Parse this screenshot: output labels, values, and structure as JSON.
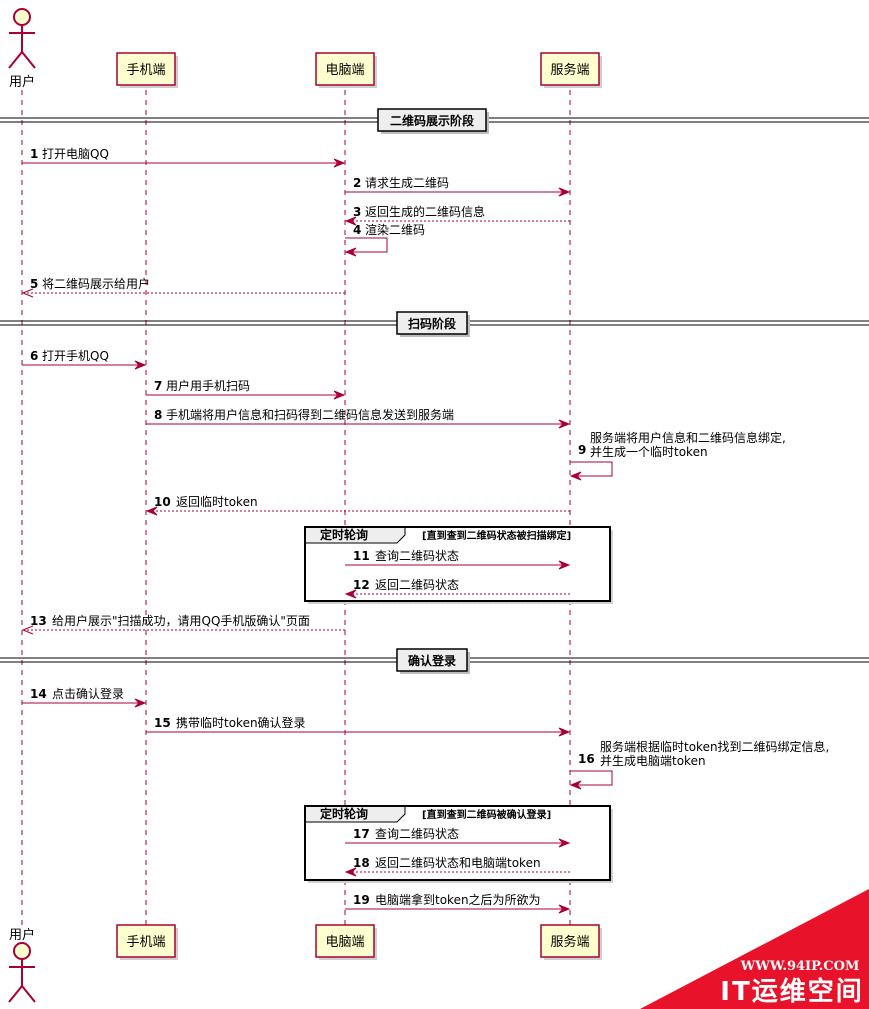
{
  "participants": [
    {
      "id": "user",
      "label": "用户",
      "type": "actor"
    },
    {
      "id": "phone",
      "label": "手机端",
      "type": "participant"
    },
    {
      "id": "pc",
      "label": "电脑端",
      "type": "participant"
    },
    {
      "id": "server",
      "label": "服务端",
      "type": "participant"
    }
  ],
  "dividers": [
    {
      "label": "二维码展示阶段"
    },
    {
      "label": "扫码阶段"
    },
    {
      "label": "确认登录"
    }
  ],
  "loops": [
    {
      "title": "定时轮询",
      "condition": "[直到查到二维码状态被扫描绑定]"
    },
    {
      "title": "定时轮询",
      "condition": "[直到查到二维码被确认登录]"
    }
  ],
  "messages": [
    {
      "num": "1",
      "from": "user",
      "to": "pc",
      "style": "solid",
      "text": [
        "打开电脑QQ"
      ]
    },
    {
      "num": "2",
      "from": "pc",
      "to": "server",
      "style": "solid",
      "text": [
        "请求生成二维码"
      ]
    },
    {
      "num": "3",
      "from": "server",
      "to": "pc",
      "style": "dashed",
      "text": [
        "返回生成的二维码信息"
      ]
    },
    {
      "num": "4",
      "from": "pc",
      "to": "pc",
      "style": "solid",
      "text": [
        "渲染二维码"
      ]
    },
    {
      "num": "5",
      "from": "pc",
      "to": "user",
      "style": "dashed",
      "text": [
        "将二维码展示给用户"
      ]
    },
    {
      "num": "6",
      "from": "user",
      "to": "phone",
      "style": "solid",
      "text": [
        "打开手机QQ"
      ]
    },
    {
      "num": "7",
      "from": "phone",
      "to": "pc",
      "style": "solid",
      "text": [
        "用户用手机扫码"
      ]
    },
    {
      "num": "8",
      "from": "phone",
      "to": "server",
      "style": "solid",
      "text": [
        "手机端将用户信息和扫码得到二维码信息发送到服务端"
      ]
    },
    {
      "num": "9",
      "from": "server",
      "to": "server",
      "style": "solid",
      "text": [
        "服务端将用户信息和二维码信息绑定,",
        "并生成一个临时token"
      ]
    },
    {
      "num": "10",
      "from": "server",
      "to": "phone",
      "style": "dashed",
      "text": [
        "返回临时token"
      ]
    },
    {
      "num": "11",
      "from": "pc",
      "to": "server",
      "style": "solid",
      "text": [
        "查询二维码状态"
      ]
    },
    {
      "num": "12",
      "from": "server",
      "to": "pc",
      "style": "dashed",
      "text": [
        "返回二维码状态"
      ]
    },
    {
      "num": "13",
      "from": "pc",
      "to": "user",
      "style": "dashed",
      "text": [
        "给用户展示\"扫描成功，请用QQ手机版确认\"页面"
      ]
    },
    {
      "num": "14",
      "from": "user",
      "to": "phone",
      "style": "solid",
      "text": [
        "点击确认登录"
      ]
    },
    {
      "num": "15",
      "from": "phone",
      "to": "server",
      "style": "solid",
      "text": [
        "携带临时token确认登录"
      ]
    },
    {
      "num": "16",
      "from": "server",
      "to": "server",
      "style": "solid",
      "text": [
        "服务端根据临时token找到二维码绑定信息,",
        "并生成电脑端token"
      ]
    },
    {
      "num": "17",
      "from": "pc",
      "to": "server",
      "style": "solid",
      "text": [
        "查询二维码状态"
      ]
    },
    {
      "num": "18",
      "from": "server",
      "to": "pc",
      "style": "dashed",
      "text": [
        "返回二维码状态和电脑端token"
      ]
    },
    {
      "num": "19",
      "from": "pc",
      "to": "server",
      "style": "solid",
      "text": [
        "电脑端拿到token之后为所欲为"
      ]
    }
  ],
  "watermark": {
    "url": "WWW.94IP.COM",
    "brand": "IT运维空间",
    "color": "#e8132b"
  },
  "colors": {
    "participant_fill": "#FEFECE",
    "border": "#A80036",
    "divider_fill": "#EEEEEE"
  }
}
